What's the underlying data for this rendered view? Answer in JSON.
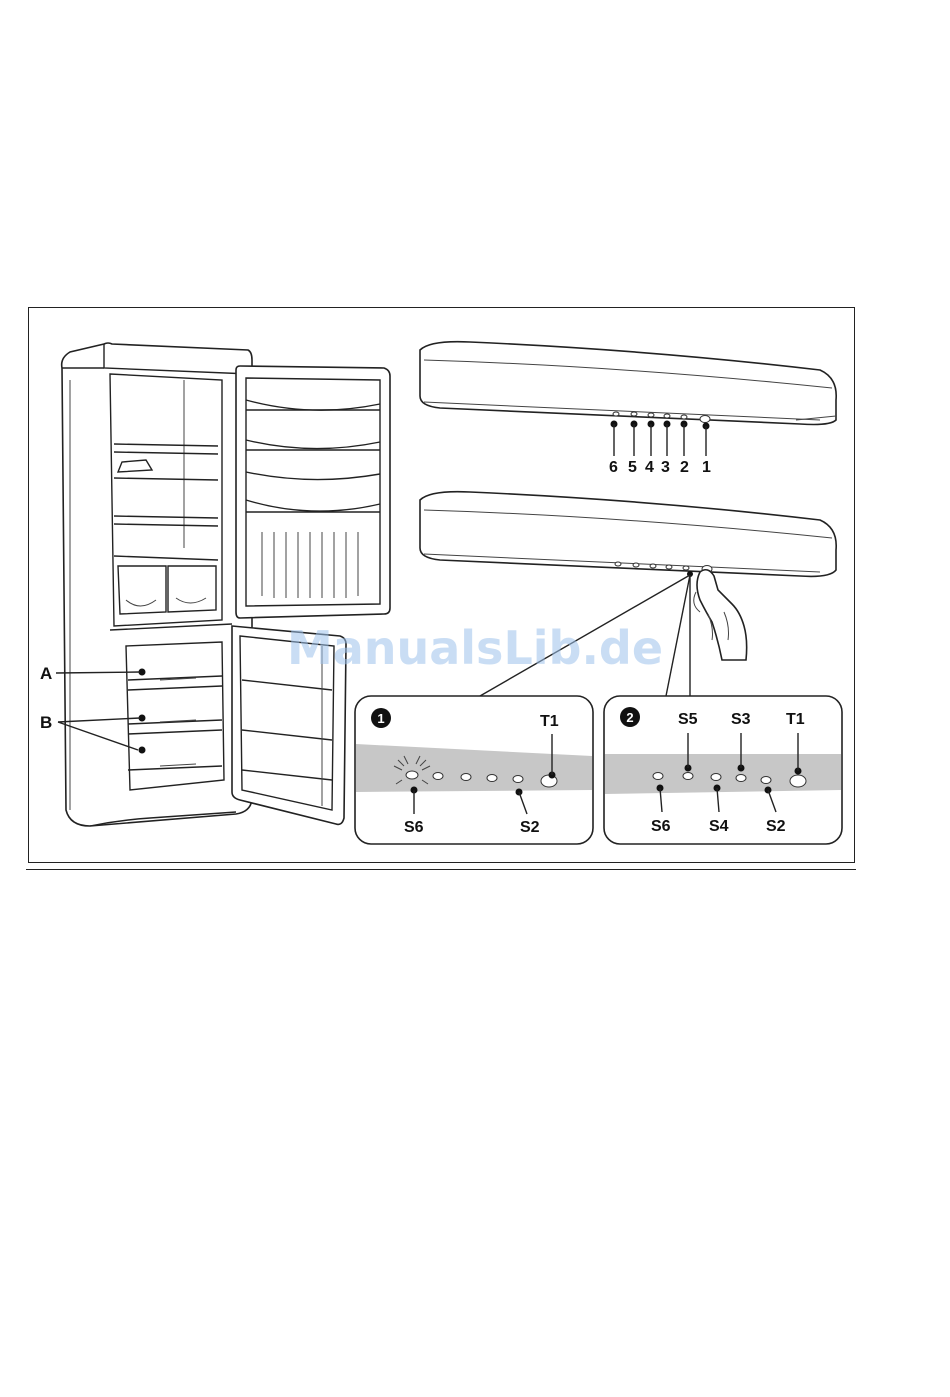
{
  "figure": {
    "fridge_labels": {
      "a": "A",
      "b": "B"
    },
    "control_panel_numbers": [
      "6",
      "5",
      "4",
      "3",
      "2",
      "1"
    ],
    "inset_1": {
      "badge": "1",
      "labels": {
        "t1": "T1",
        "s6": "S6",
        "s2": "S2"
      }
    },
    "inset_2": {
      "badge": "2",
      "labels": {
        "s5": "S5",
        "s3": "S3",
        "t1": "T1",
        "s6": "S6",
        "s4": "S4",
        "s2": "S2"
      }
    },
    "watermark": "ManualsLib.de"
  }
}
